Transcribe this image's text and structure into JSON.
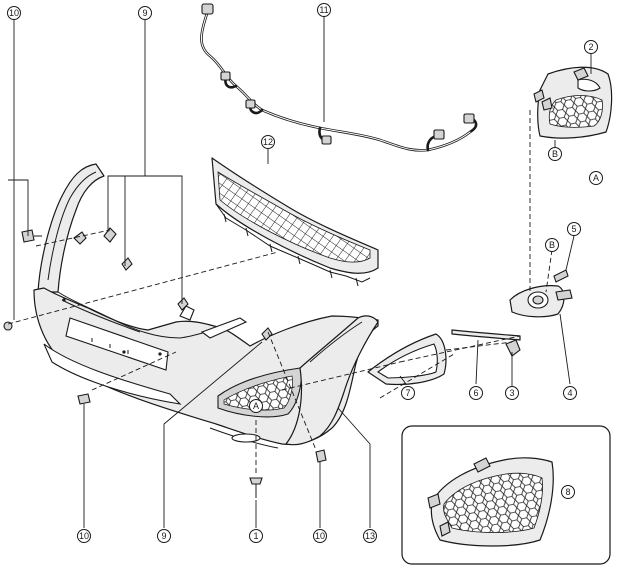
{
  "callouts": {
    "n1": "1",
    "n2": "2",
    "n3": "3",
    "n4": "4",
    "n5": "5",
    "n6": "6",
    "n7": "7",
    "n8": "8",
    "n9_top": "9",
    "n9_bottom": "9",
    "n10_top": "10",
    "n10_left": "10",
    "n10_mid": "10",
    "n11": "11",
    "n12": "12",
    "n13": "13",
    "a_grille": "A",
    "a_bumper": "A",
    "b_grille": "B",
    "b_lamp": "B"
  }
}
